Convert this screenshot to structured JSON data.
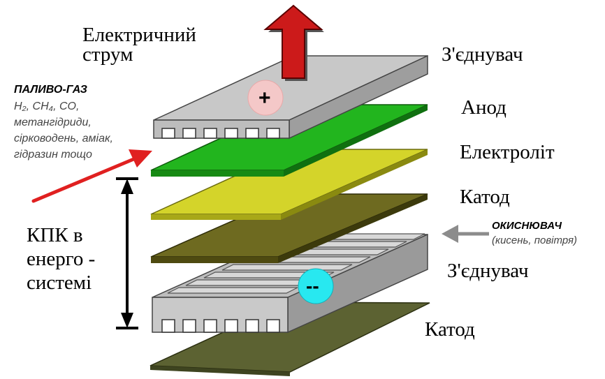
{
  "title_lines": [
    "Електричний",
    "струм"
  ],
  "fuel": {
    "title": "ПАЛИВО-ГАЗ",
    "lines": [
      "H₂, CH₄, CO,",
      "метангідриди,",
      "сірководень, аміак,",
      "гідразин тощо"
    ]
  },
  "layers": [
    {
      "label": "З'єднувач",
      "color": "#c8c8c8",
      "kind": "connector-top"
    },
    {
      "label": "Анод",
      "color": "#22b51e",
      "kind": "plate"
    },
    {
      "label": "Електроліт",
      "color": "#d4d42a",
      "kind": "plate"
    },
    {
      "label": "Катод",
      "color": "#6e6a20",
      "kind": "plate"
    },
    {
      "label": "З'єднувач",
      "color": "#c8c8c8",
      "kind": "connector-bottom"
    },
    {
      "label": "Катод",
      "color": "#5c6232",
      "kind": "plate"
    }
  ],
  "oxidizer": {
    "title": "ОКИСНЮВАЧ",
    "subtitle": "(кисень, повітря)"
  },
  "kpk_lines": [
    "КПК в",
    "енерго -",
    "системі"
  ],
  "signs": {
    "plus": "+",
    "minus": "--"
  },
  "colors": {
    "current_arrow": "#cc1a1a",
    "fuel_arrow": "#e02020",
    "oxidizer_arrow": "#8c8c8c",
    "plus_badge": "#f4c8c8",
    "minus_badge": "#28e8f0"
  }
}
